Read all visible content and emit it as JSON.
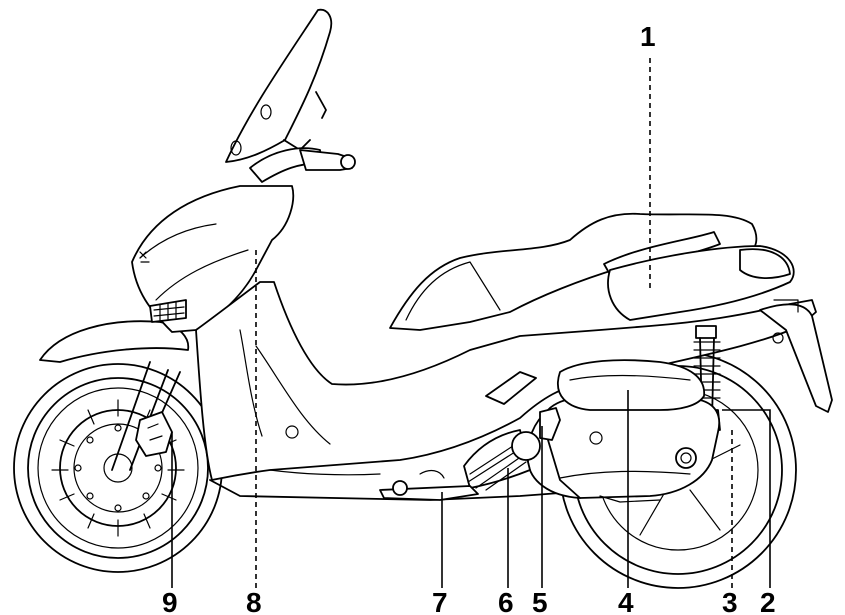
{
  "callouts": [
    {
      "id": "1",
      "label": "1"
    },
    {
      "id": "2",
      "label": "2"
    },
    {
      "id": "3",
      "label": "3"
    },
    {
      "id": "4",
      "label": "4"
    },
    {
      "id": "5",
      "label": "5"
    },
    {
      "id": "6",
      "label": "6"
    },
    {
      "id": "7",
      "label": "7"
    },
    {
      "id": "8",
      "label": "8"
    },
    {
      "id": "9",
      "label": "9"
    }
  ],
  "colors": {
    "line": "#000000",
    "background": "#ffffff"
  }
}
